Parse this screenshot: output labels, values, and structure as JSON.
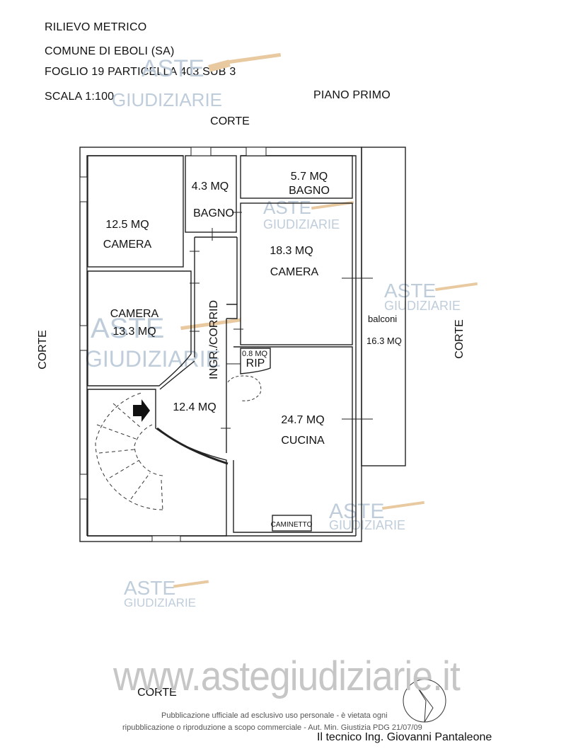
{
  "header": {
    "line1": "RILIEVO METRICO",
    "line2": "COMUNE DI EBOLI (SA)",
    "line3": "FOGLIO 19 PARTICELLA 403 SUB 3",
    "line4": "SCALA 1:100",
    "floor": "PIANO PRIMO"
  },
  "surroundings": {
    "top": "CORTE",
    "left": "CORTE",
    "right": "CORTE",
    "bottom": "CORTE"
  },
  "rooms": {
    "bagno1_area": "4.3 MQ",
    "bagno1_name": "BAGNO",
    "bagno2_area": "5.7 MQ",
    "bagno2_name": "BAGNO",
    "camera1_area": "12.5 MQ",
    "camera1_name": "CAMERA",
    "camera2_area": "18.3 MQ",
    "camera2_name": "CAMERA",
    "camera3_name": "CAMERA",
    "camera3_area": "13.3 MQ",
    "corridor_name": "INGR./CORRID",
    "corridor_area": "12.4 MQ",
    "rip_area": "0.8 MQ",
    "rip_name": "RIP",
    "cucina_area": "24.7 MQ",
    "cucina_name": "CUCINA",
    "caminetto": "CAMINETTO",
    "balconi_name": "balconi",
    "balconi_area": "16.3 MQ"
  },
  "watermark": {
    "aste": "ASTE",
    "giudiziarie": "GIUDIZIARIE",
    "url": "www.astegiudiziarie.it"
  },
  "footer": {
    "notice_line1": "Pubblicazione ufficiale ad esclusivo uso personale - è vietata ogni",
    "notice_line2": "ripubblicazione o riproduzione a scopo commerciale - Aut. Min. Giustizia PDG 21/07/09",
    "technician": "Il tecnico Ing. Giovanni Pantaleone"
  },
  "colors": {
    "lines": "#222222",
    "watermark": "#b9c8d8",
    "gavel": "#e8c9a0"
  }
}
